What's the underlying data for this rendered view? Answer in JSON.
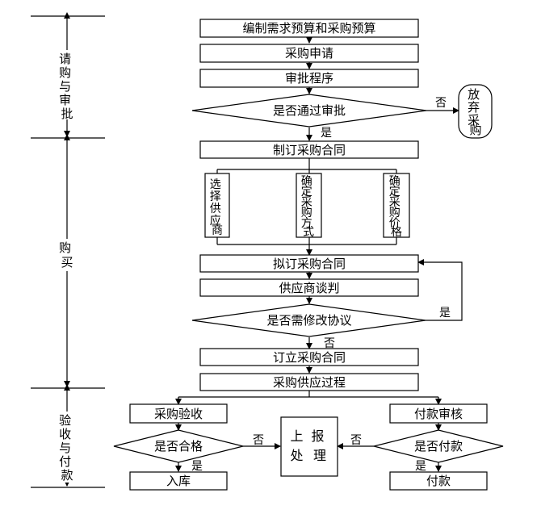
{
  "phases": {
    "p1": [
      "请",
      "购",
      "与",
      "审",
      "批"
    ],
    "p2": [
      "购",
      "买"
    ],
    "p3": [
      "验",
      "收",
      "与",
      "付",
      "款"
    ]
  },
  "nodes": {
    "budget": "编制需求预算和采购预算",
    "apply": "采购申请",
    "approve_proc": "审批程序",
    "dec_approve": "是否通过审批",
    "abandon": [
      "放",
      "弃",
      "采",
      "购"
    ],
    "make_contract": "制订采购合同",
    "choose_supplier": [
      "选",
      "择",
      "供",
      "应",
      "商"
    ],
    "decide_method": [
      "确",
      "定",
      "采",
      "购",
      "方",
      "式"
    ],
    "decide_price": [
      "确",
      "定",
      "采",
      "购",
      "价",
      "格"
    ],
    "draft_contract": "拟订采购合同",
    "negotiate": "供应商谈判",
    "dec_modify": "是否需修改协议",
    "sign_contract": "订立采购合同",
    "supply_process": "采购供应过程",
    "inspect": "采购验收",
    "pay_review": "付款审核",
    "dec_qualified": "是否合格",
    "report": [
      "上",
      "报",
      "处",
      "理"
    ],
    "dec_pay": "是否付款",
    "stock": "入库",
    "pay": "付款"
  },
  "labels": {
    "no": "否",
    "yes": "是"
  }
}
